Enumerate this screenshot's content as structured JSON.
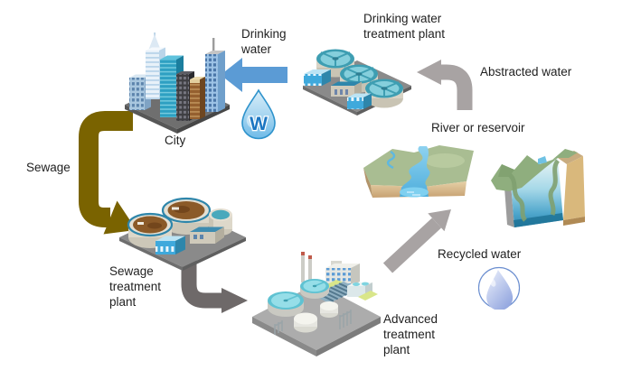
{
  "diagram": {
    "background_color": "#FFFFFF",
    "labels": {
      "city": "City",
      "drinking_water": "Drinking water",
      "drinking_water_treatment_plant": "Drinking water treatment plant",
      "abstracted_water": "Abstracted water",
      "river_or_reservoir": "River or reservoir",
      "sewage": "Sewage",
      "sewage_treatment_plant": "Sewage treatment plant",
      "advanced_treatment_plant": "Advanced treatment plant",
      "recycled_water": "Recycled water"
    },
    "icons": {
      "water_drop_badge_letter": "W"
    },
    "colors": {
      "drinking_water_arrow": "#5B9BD5",
      "sewage_arrow": "#7A6300",
      "sewage_to_advanced_arrow": "#6E6969",
      "abstracted_water_arrow": "#A8A3A3",
      "recycled_water_arrow": "#A8A3A3",
      "label_text": "#1F1F1F"
    }
  }
}
